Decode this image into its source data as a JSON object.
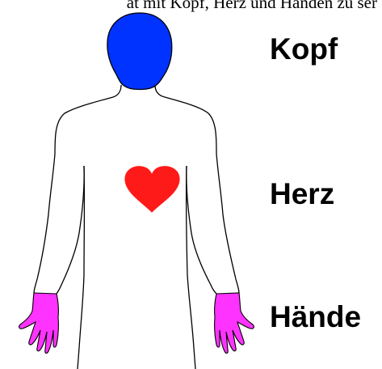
{
  "caption": "at mit Kopf, Herz und Händen zu ser",
  "labels": {
    "head": "Kopf",
    "heart": "Herz",
    "hands": "Hände"
  },
  "colors": {
    "head": "#0033ff",
    "heart": "#ff1a1a",
    "hands": "#ff33ff",
    "outline": "#000000",
    "background": "#ffffff"
  },
  "icons": [
    "human-figure-outline",
    "head-icon",
    "heart-icon",
    "left-hand-icon",
    "right-hand-icon"
  ]
}
